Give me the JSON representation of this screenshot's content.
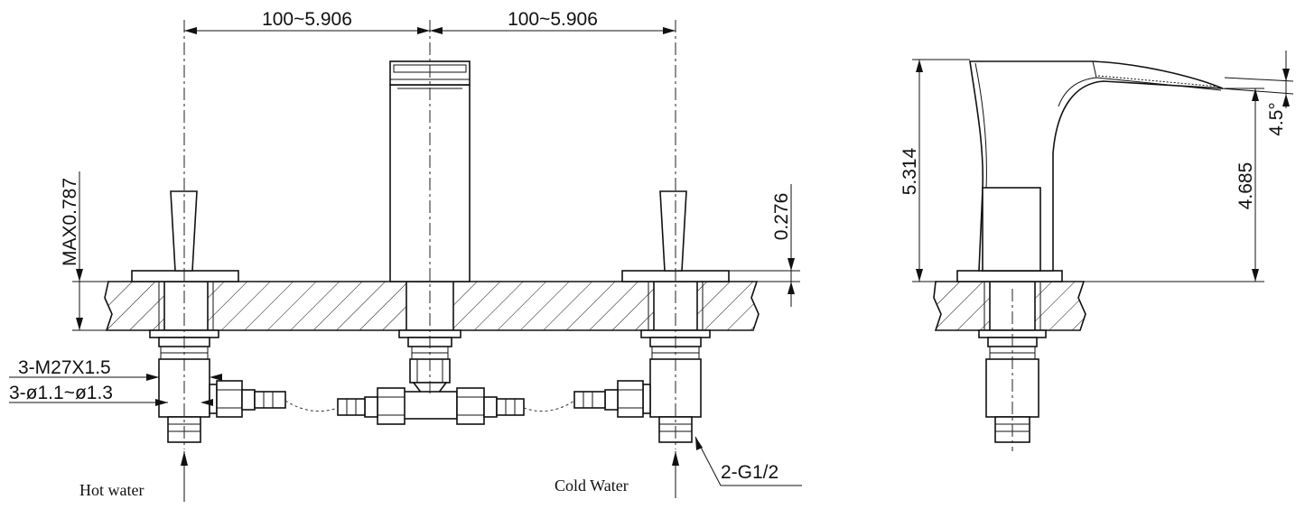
{
  "dimensions": {
    "spread_left": "100~5.906",
    "spread_right": "100~5.906",
    "handle_max_height": "MAX0.787",
    "deck_thickness": "0.276",
    "thread": "3-M27X1.5",
    "hole_diameter": "3-ø1.1~ø1.3",
    "connection": "2-G1/2",
    "side_height": "5.314",
    "spout_height": "4.685",
    "spout_angle": "4.5°"
  },
  "labels": {
    "hot_water": "Hot water",
    "cold_water": "Cold Water"
  }
}
